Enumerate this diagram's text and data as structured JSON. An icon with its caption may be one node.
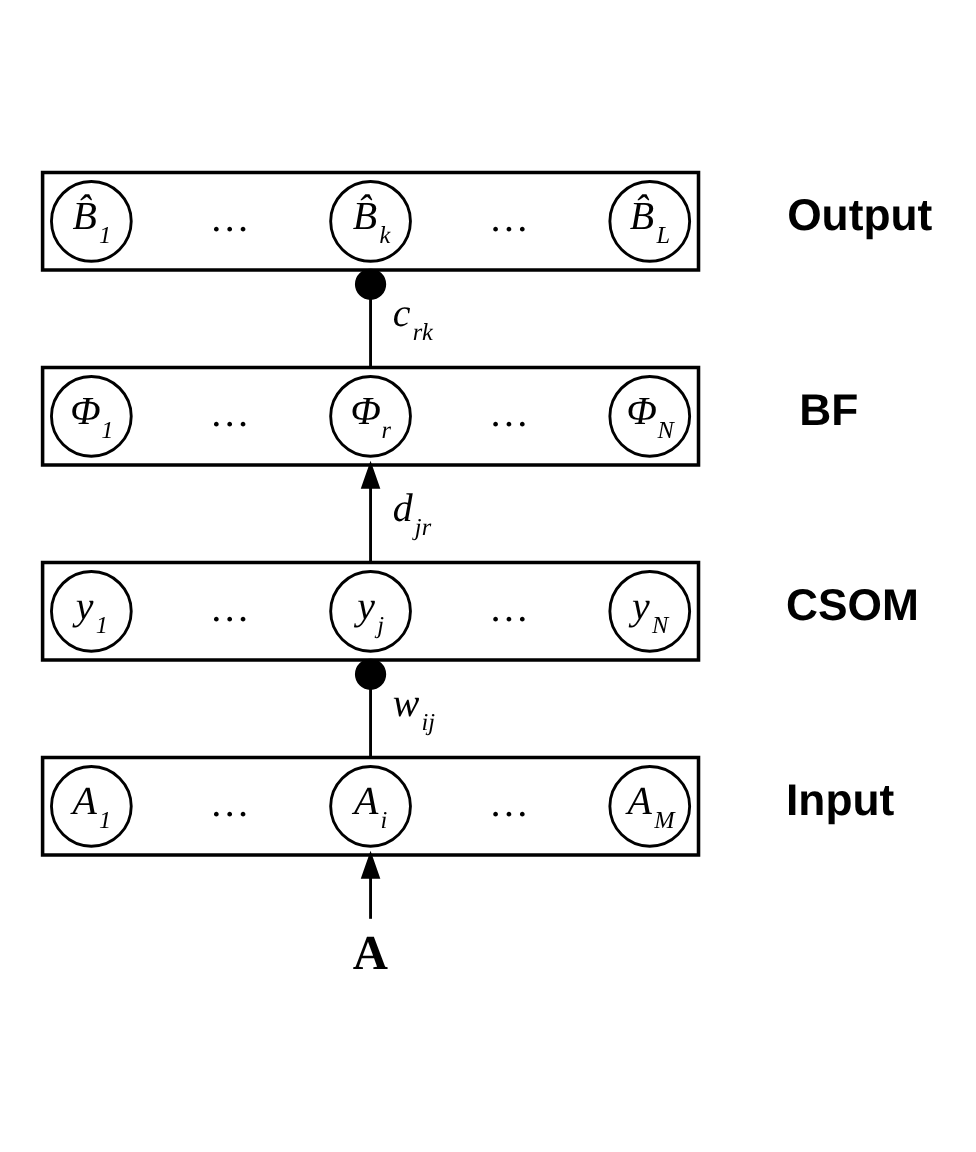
{
  "diagram": {
    "nodes": [
      {
        "text": [],
        "shape": "box",
        "beside": [
          "Output"
        ]
      },
      {
        "text": [
          "B̂$_{1}$"
        ],
        "in": 0
      },
      {
        "text": [
          "…"
        ],
        "in": 0
      },
      {
        "text": [
          "B̂$_{k}$"
        ],
        "in": 0
      },
      {
        "text": [
          "…"
        ],
        "in": 0
      },
      {
        "text": [
          "B̂$_{L}$"
        ],
        "in": 0
      },
      {
        "text": [],
        "shape": "box",
        "beside": [
          "BF"
        ]
      },
      {
        "text": [
          "Φ$_{1}$"
        ],
        "in": 6
      },
      {
        "text": [
          "…"
        ],
        "in": 6
      },
      {
        "text": [
          "Φ$_{r}$"
        ],
        "in": 6
      },
      {
        "text": [
          "…"
        ],
        "in": 6
      },
      {
        "text": [
          "Φ$_{N}$"
        ],
        "in": 6
      },
      {
        "text": [],
        "shape": "box",
        "beside": [
          "CSOM"
        ]
      },
      {
        "text": [
          "y$_{1}$"
        ],
        "in": 12
      },
      {
        "text": [
          "…"
        ],
        "in": 12
      },
      {
        "text": [
          "y$_{j}$"
        ],
        "in": 12
      },
      {
        "text": [
          "…"
        ],
        "in": 12
      },
      {
        "text": [
          "y$_{N}$"
        ],
        "in": 12
      },
      {
        "text": [],
        "shape": "box",
        "beside": [
          "Input"
        ]
      },
      {
        "text": [
          "A$_{1}$"
        ],
        "in": 18
      },
      {
        "text": [
          "…"
        ],
        "in": 18
      },
      {
        "text": [
          "A$_{i}$"
        ],
        "in": 18
      },
      {
        "text": [
          "…"
        ],
        "in": 18
      },
      {
        "text": [
          "A$_{M}$"
        ],
        "in": 18
      },
      {
        "text": [
          "A"
        ]
      }
    ],
    "edges": [
      {
        "from": 24,
        "to": 18,
        "arrow": "to"
      },
      {
        "from": 18,
        "to": 12,
        "arrow": "other",
        "label": "w$_{ij}$"
      },
      {
        "from": 12,
        "to": 6,
        "arrow": "to",
        "label": "d$_{jr}$"
      },
      {
        "from": 6,
        "to": 0,
        "arrow": "other",
        "label": "c$_{rk}$"
      }
    ]
  }
}
